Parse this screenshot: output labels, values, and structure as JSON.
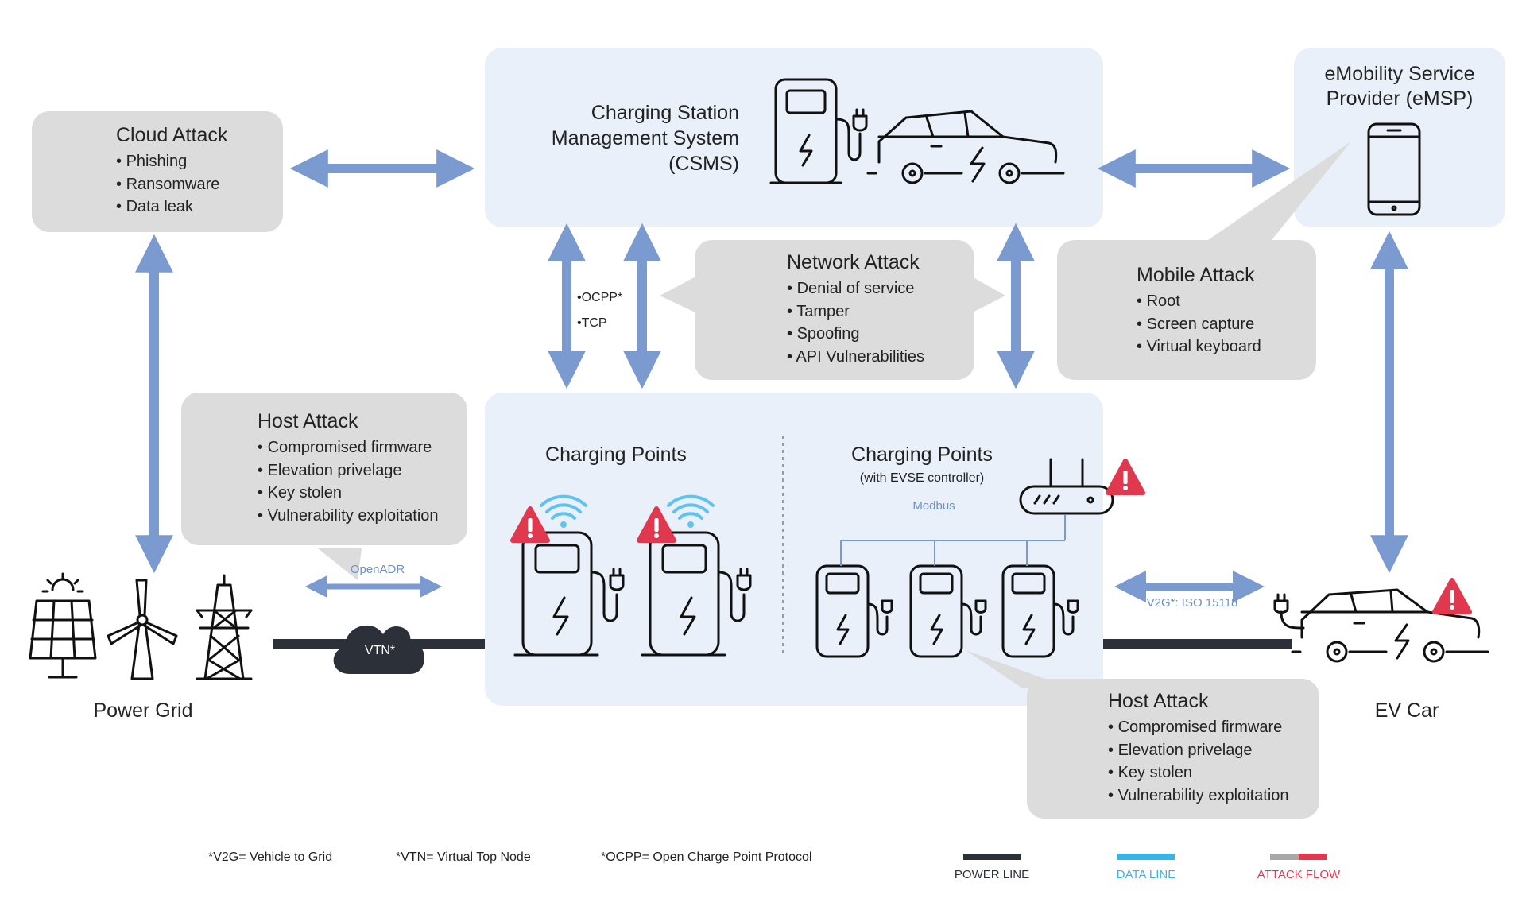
{
  "csms": {
    "line1": "Charging Station",
    "line2": "Management System",
    "line3": "(CSMS)"
  },
  "emsp": {
    "line1": "eMobility Service",
    "line2": "Provider (eMSP)"
  },
  "cloud_attack": {
    "title": "Cloud Attack",
    "items": [
      "Phishing",
      "Ransomware",
      "Data leak"
    ]
  },
  "network_attack": {
    "title": "Network Attack",
    "items": [
      "Denial of service",
      "Tamper",
      "Spoofing",
      "API Vulnerabilities"
    ]
  },
  "mobile_attack": {
    "title": "Mobile Attack",
    "items": [
      "Root",
      "Screen capture",
      "Virtual keyboard"
    ]
  },
  "host_attack_left": {
    "title": "Host Attack",
    "items": [
      "Compromised firmware",
      "Elevation privelage",
      "Key stolen",
      "Vulnerability exploitation"
    ]
  },
  "host_attack_right": {
    "title": "Host Attack",
    "items": [
      "Compromised firmware",
      "Elevation privelage",
      "Key stolen",
      "Vulnerability exploitation"
    ]
  },
  "protocols": {
    "ocpp": "•OCPP*",
    "tcp": "•TCP",
    "openadr": "OpenADR",
    "v2g": "V2G*: ISO 15118",
    "modbus": "Modbus"
  },
  "charging_points": {
    "left_title": "Charging Points",
    "right_title": "Charging Points",
    "right_subtitle": "(with EVSE controller)"
  },
  "labels": {
    "power_grid": "Power Grid",
    "ev_car": "EV Car",
    "vtn": "VTN*"
  },
  "footnotes": {
    "v2g": "*V2G= Vehicle to Grid",
    "vtn": "*VTN= Virtual Top Node",
    "ocpp": "*OCPP= Open Charge Point Protocol"
  },
  "legend": {
    "power": {
      "label": "POWER LINE",
      "color": "#2c3039"
    },
    "data": {
      "label": "DATA LINE",
      "color": "#3ab3e8"
    },
    "attack": {
      "label": "ATTACK FLOW",
      "color": "#e0394f",
      "color2": "#a8a8a8"
    }
  },
  "colors": {
    "arrow": "#7b9ad0",
    "panel": "#e9f0f9",
    "attack_box": "#dcdcdc",
    "alert": "#e0394f",
    "wifi": "#5ec3ee"
  }
}
